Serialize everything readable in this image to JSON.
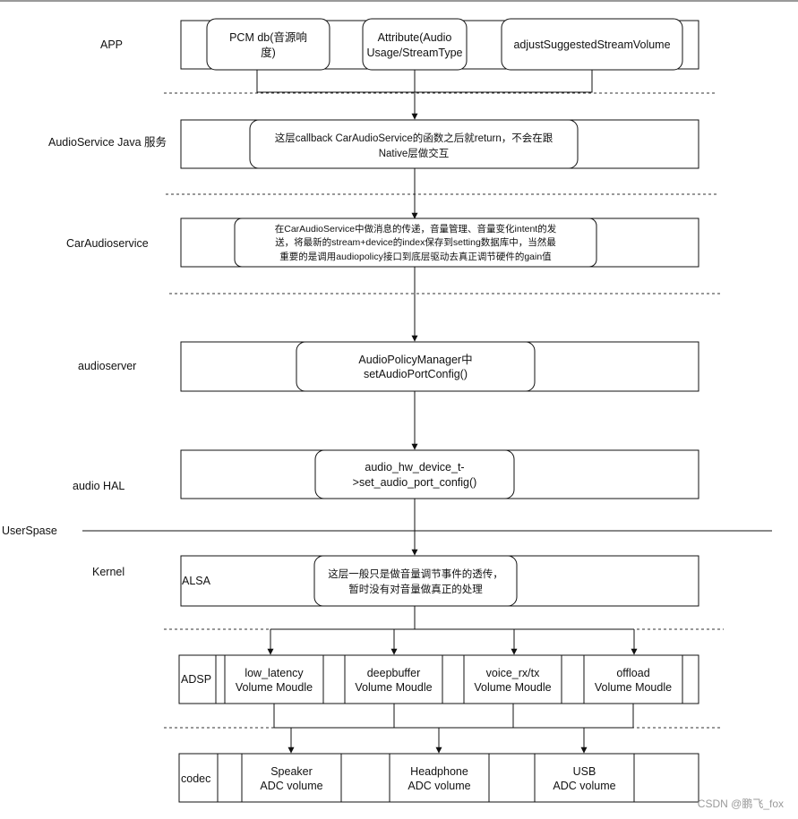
{
  "layers": {
    "app": "APP",
    "java": "AudioService Java 服务",
    "car": "CarAudioservice",
    "server": "audioserver",
    "hal": "audio HAL",
    "userspace": "UserSpase",
    "kernel": "Kernel"
  },
  "app": {
    "pcm": [
      "PCM db(音源响",
      "度)"
    ],
    "attribute": [
      "Attribute(Audio",
      "Usage/StreamType"
    ],
    "adjust": "adjustSuggestedStreamVolume"
  },
  "java_note": [
    "这层callback CarAudioService的函数之后就return，不会在跟",
    "Native层做交互"
  ],
  "car_note": [
    "在CarAudioService中做消息的传递，音量管理、音量变化intent的发",
    "送，将最新的stream+device的index保存到setting数据库中，当然最",
    "重要的是调用audiopolicy接口到底层驱动去真正调节硬件的gain值"
  ],
  "server_note": [
    "AudioPolicyManager中",
    "setAudioPortConfig()"
  ],
  "hal_note": [
    "audio_hw_device_t-",
    ">set_audio_port_config()"
  ],
  "kernel": {
    "alsa": "ALSA",
    "note": [
      "这层一般只是做音量调节事件的透传，",
      "暂时没有对音量做真正的处理"
    ]
  },
  "adsp": {
    "label": "ADSP",
    "modules": [
      [
        "low_latency",
        "Volume Moudle"
      ],
      [
        "deepbuffer",
        "Volume Moudle"
      ],
      [
        "voice_rx/tx",
        "Volume Moudle"
      ],
      [
        "offload",
        "Volume Moudle"
      ]
    ]
  },
  "codec": {
    "label": "codec",
    "outputs": [
      [
        "Speaker",
        "ADC volume"
      ],
      [
        "Headphone",
        "ADC volume"
      ],
      [
        "USB",
        "ADC volume"
      ]
    ]
  },
  "watermark": "CSDN @鹏飞_fox"
}
